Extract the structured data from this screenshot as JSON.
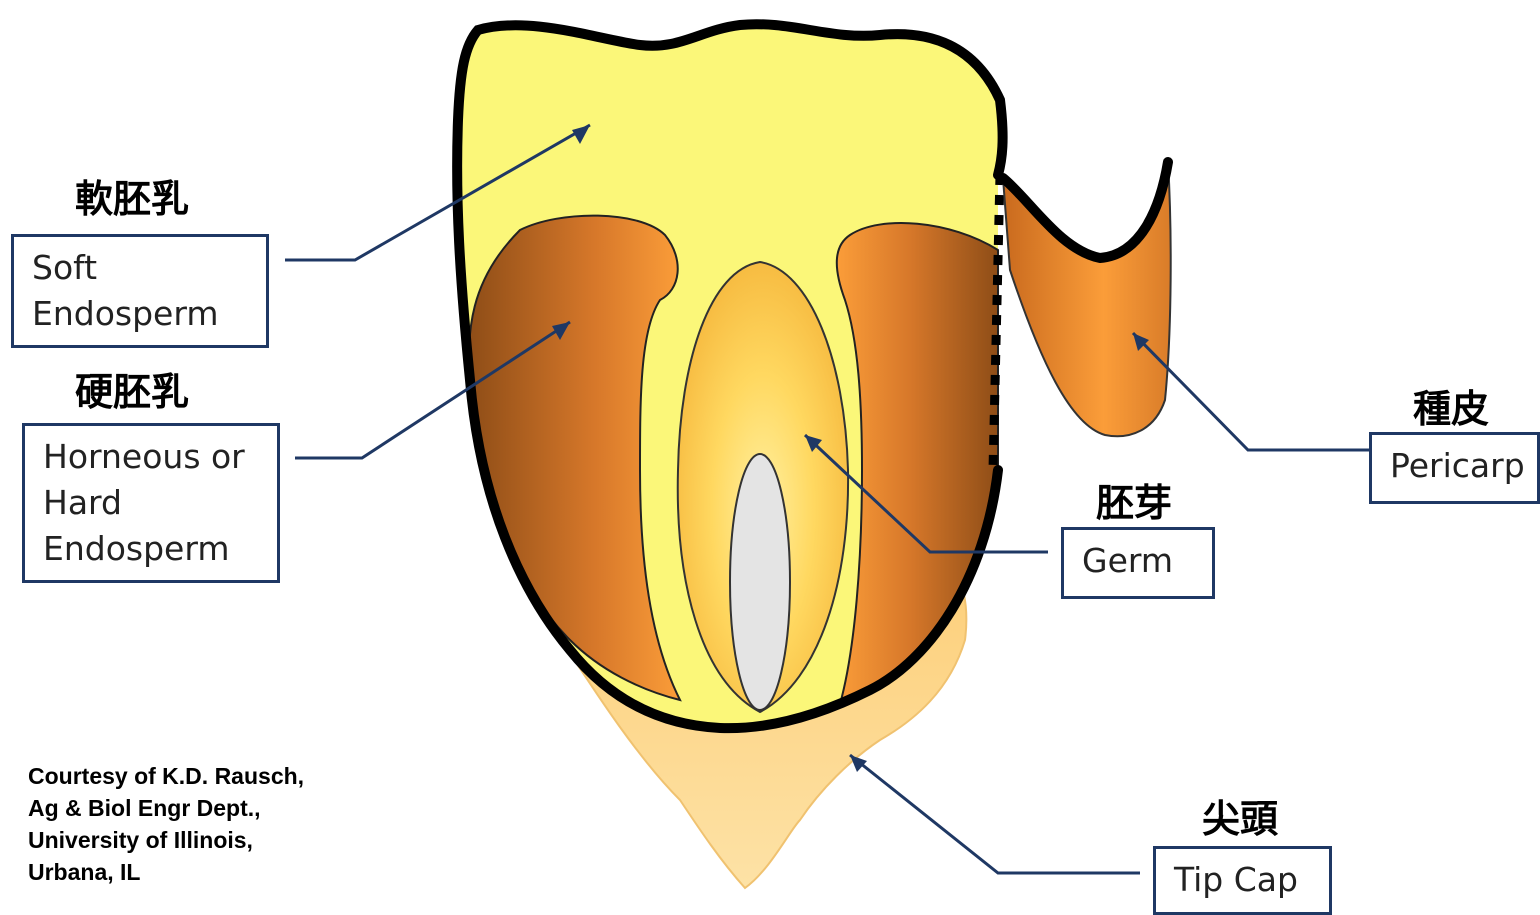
{
  "colors": {
    "soft_endosperm": "#fbf779",
    "hard_endosperm_light": "#fb9d39",
    "hard_endosperm_dark": "#8e4d17",
    "germ_light": "#ffe06a",
    "germ_center": "#e4e4e4",
    "tip_cap": "#fdd98c",
    "outline": "#000000",
    "label_border": "#1f3864",
    "leader_line": "#1f3864"
  },
  "labels": {
    "soft": {
      "jp": "軟胚乳",
      "en": [
        "Soft",
        "Endosperm"
      ]
    },
    "hard": {
      "jp": "硬胚乳",
      "en": [
        "Horneous or",
        "Hard",
        "Endosperm"
      ]
    },
    "germ": {
      "jp": "胚芽",
      "en": [
        "Germ"
      ]
    },
    "pericarp": {
      "jp": "種皮",
      "en": [
        "Pericarp"
      ]
    },
    "tipcap": {
      "jp": "尖頭",
      "en": [
        "Tip Cap"
      ]
    }
  },
  "credit": [
    "Courtesy of  K.D. Rausch,",
    "Ag & Biol Engr Dept.,",
    "University of Illinois,",
    "Urbana, IL"
  ]
}
